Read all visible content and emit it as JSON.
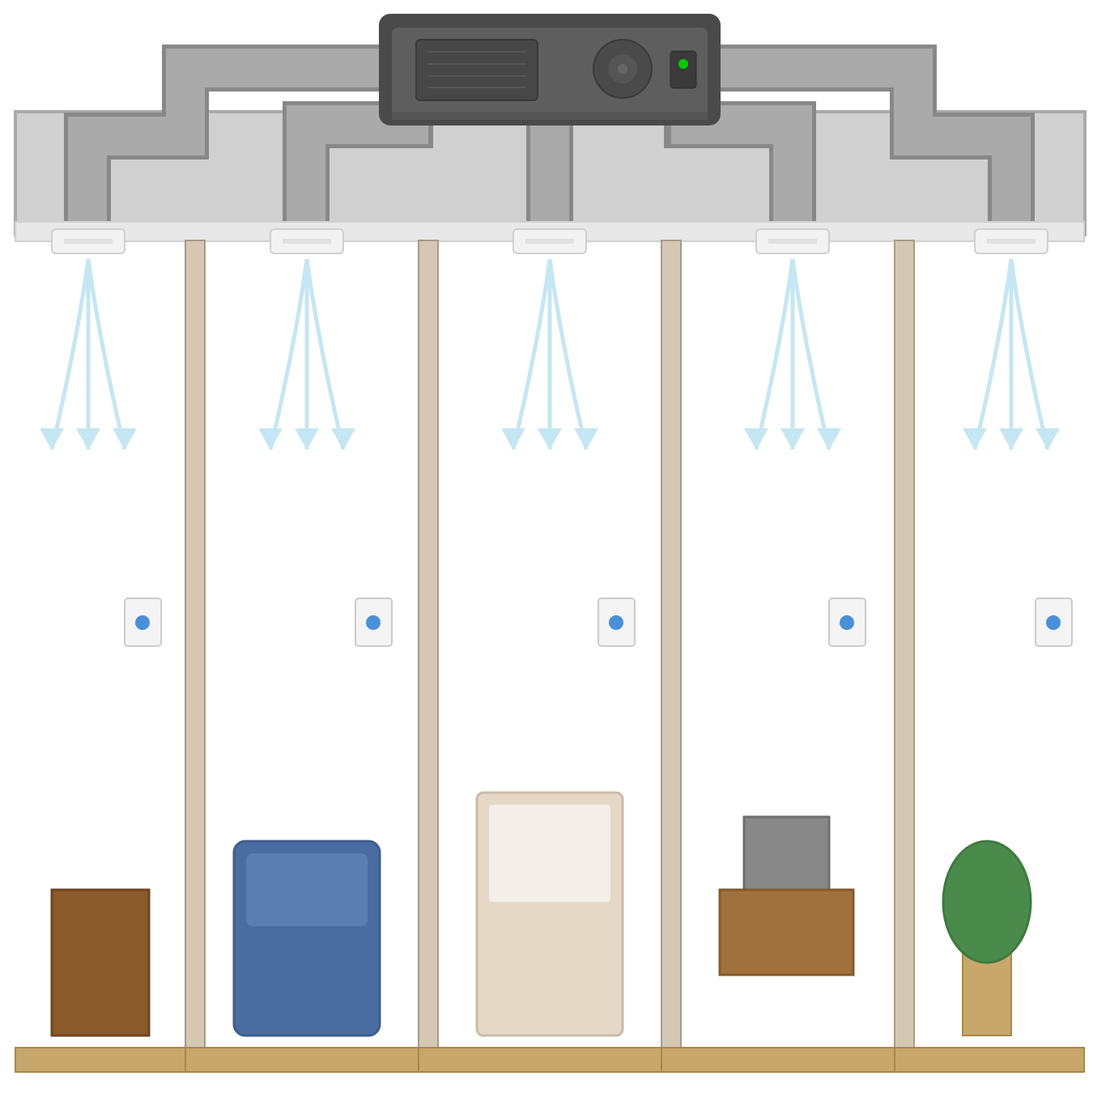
{
  "diagram": {
    "rooms": [
      {
        "id": "room-1",
        "furniture": "cabinet"
      },
      {
        "id": "room-2",
        "furniture": "armchair"
      },
      {
        "id": "room-3",
        "furniture": "bed"
      },
      {
        "id": "room-4",
        "furniture": "desk-with-monitor"
      },
      {
        "id": "room-5",
        "furniture": "potted-plant"
      }
    ],
    "hvac_unit": {
      "status_led": "on"
    },
    "colors": {
      "unit": "#555555",
      "duct": "#aaaaaa",
      "duct_outline": "#888888",
      "airflow": "#c5e6f3",
      "thermostat_dot": "#4a90d9",
      "wall": "#d4c7b4",
      "floor": "#c8a76c",
      "led": "#00cc00"
    }
  }
}
